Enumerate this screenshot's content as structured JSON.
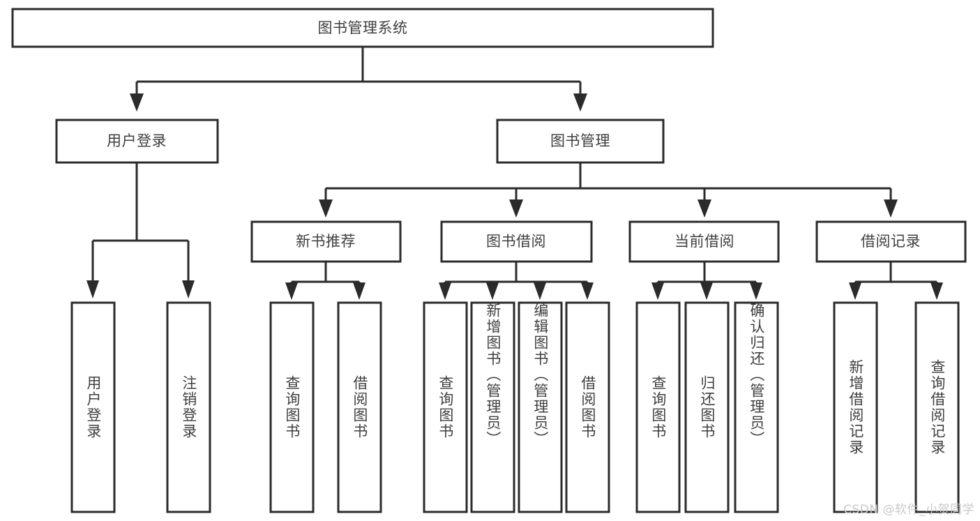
{
  "diagram": {
    "type": "tree-hierarchy",
    "title_node": {
      "label": "图书管理系统"
    },
    "level2": [
      {
        "id": "user-login",
        "label": "用户登录"
      },
      {
        "id": "book-management",
        "label": "图书管理"
      }
    ],
    "level3": [
      {
        "id": "new-book-recommend",
        "label": "新书推荐"
      },
      {
        "id": "book-borrow",
        "label": "图书借阅"
      },
      {
        "id": "current-borrow",
        "label": "当前借阅"
      },
      {
        "id": "borrow-record",
        "label": "借阅记录"
      }
    ],
    "leaves": {
      "user_login": [
        {
          "id": "leaf-user-login",
          "label": "用户登录"
        },
        {
          "id": "leaf-logout-login",
          "label": "注销登录"
        }
      ],
      "new_book_recommend": [
        {
          "id": "leaf-query-books-1",
          "label": "查询图书"
        },
        {
          "id": "leaf-borrow-books-1",
          "label": "借阅图书"
        }
      ],
      "book_borrow": [
        {
          "id": "leaf-query-books-2",
          "label": "查询图书"
        },
        {
          "id": "leaf-add-book",
          "label": "新增图书（管理员）"
        },
        {
          "id": "leaf-edit-book",
          "label": "编辑图书（管理员）"
        },
        {
          "id": "leaf-borrow-books-2",
          "label": "借阅图书"
        }
      ],
      "current_borrow": [
        {
          "id": "leaf-query-books-3",
          "label": "查询图书"
        },
        {
          "id": "leaf-return-book",
          "label": "归还图书"
        },
        {
          "id": "leaf-confirm-return",
          "label": "确认归还（管理员）"
        }
      ],
      "borrow_record": [
        {
          "id": "leaf-add-record",
          "label": "新增借阅记录"
        },
        {
          "id": "leaf-query-record",
          "label": "查询借阅记录"
        }
      ]
    }
  },
  "watermark": {
    "text": "CSDN @软件_小贺同学"
  },
  "colors": {
    "background": "#ffffff",
    "box_fill": "#ffffff",
    "box_stroke": "#2b2b2b",
    "text": "#3f3f3f",
    "watermark": "#c8c8c8"
  }
}
